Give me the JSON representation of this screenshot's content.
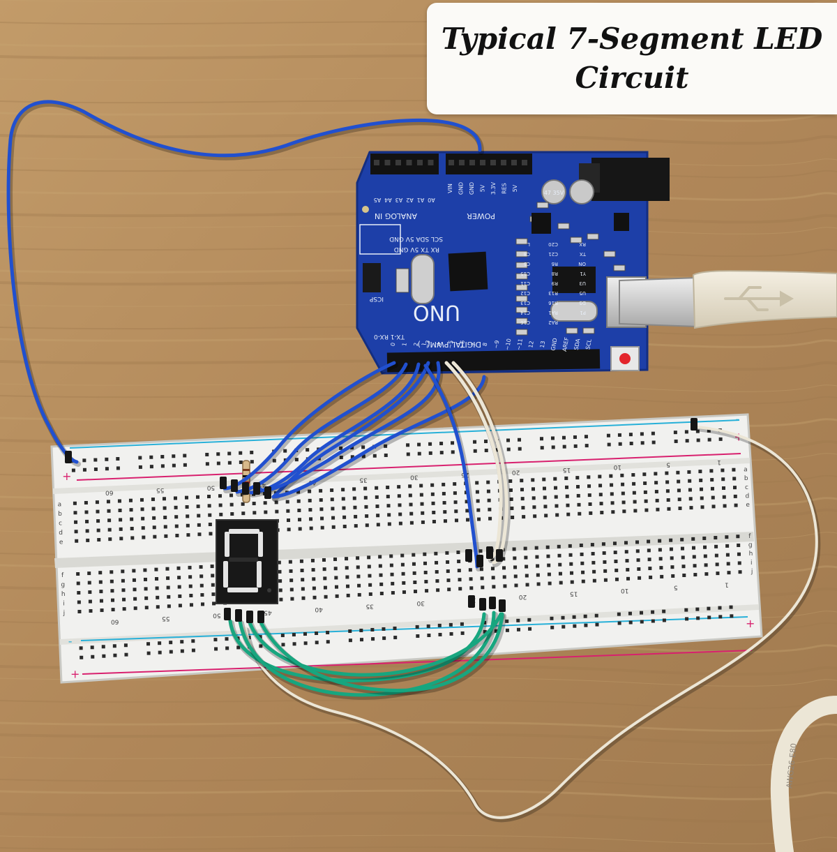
{
  "title": {
    "line1": "Typical 7-Segment LED",
    "line2": "Circuit"
  },
  "board": {
    "model": "UNO",
    "section_labels": {
      "digital": "DIGITAL PWM(~)",
      "analog": "ANALOG IN",
      "power": "POWER",
      "icsp": "ICSP",
      "txrx": "TX-1 RX-0"
    },
    "analog_pins": [
      "A5",
      "A4",
      "A3",
      "A2",
      "A1",
      "A0"
    ],
    "power_pins": [
      "VIN",
      "GND",
      "GND",
      "5V",
      "3.3V",
      "RES",
      "5V"
    ],
    "digital_pins": [
      "0",
      "1",
      "2",
      "~3",
      "4",
      "~5",
      "~6",
      "7",
      "8",
      "~9",
      "~10",
      "~11",
      "12",
      "13",
      "GND",
      "AREF",
      "SDA",
      "SCL"
    ],
    "header_row": "SCL SDA 5V GND",
    "serial_row": "RX TX 5V GND",
    "capacitor_label": "47 35V",
    "components": [
      "L",
      "C8",
      "C5",
      "C15",
      "C11",
      "C12",
      "C13",
      "C14",
      "C16",
      "C20",
      "C21",
      "R6",
      "R8",
      "R9",
      "R13",
      "R16",
      "RA1",
      "RA2",
      "RX",
      "TX",
      "ON",
      "Y1",
      "U3",
      "U5",
      "D5",
      "P1"
    ]
  },
  "breadboard": {
    "column_numbers": [
      "60",
      "55",
      "50",
      "45",
      "40",
      "35",
      "30",
      "25",
      "20",
      "15",
      "10",
      "5",
      "1"
    ],
    "row_letters_top": [
      "a",
      "b",
      "c",
      "d",
      "e"
    ],
    "row_letters_bottom": [
      "f",
      "g",
      "h",
      "i",
      "j"
    ],
    "rail_signs": [
      "+",
      "-"
    ]
  },
  "display": {
    "shown_digit": "0"
  },
  "cable": {
    "marking": "AWG26 E80"
  },
  "colors": {
    "wood": "#b08a5c",
    "pcb_blue": "#1d3fa8",
    "breadboard": "#f1f1ef",
    "wire_blue": "#2150cf",
    "wire_white": "#ece6d6",
    "wire_green": "#17a67f",
    "rail_red": "#d8206e",
    "rail_blue": "#27b0d8",
    "segment_lit": "#e4e4e4",
    "usb_plug": "#ece5d3"
  }
}
